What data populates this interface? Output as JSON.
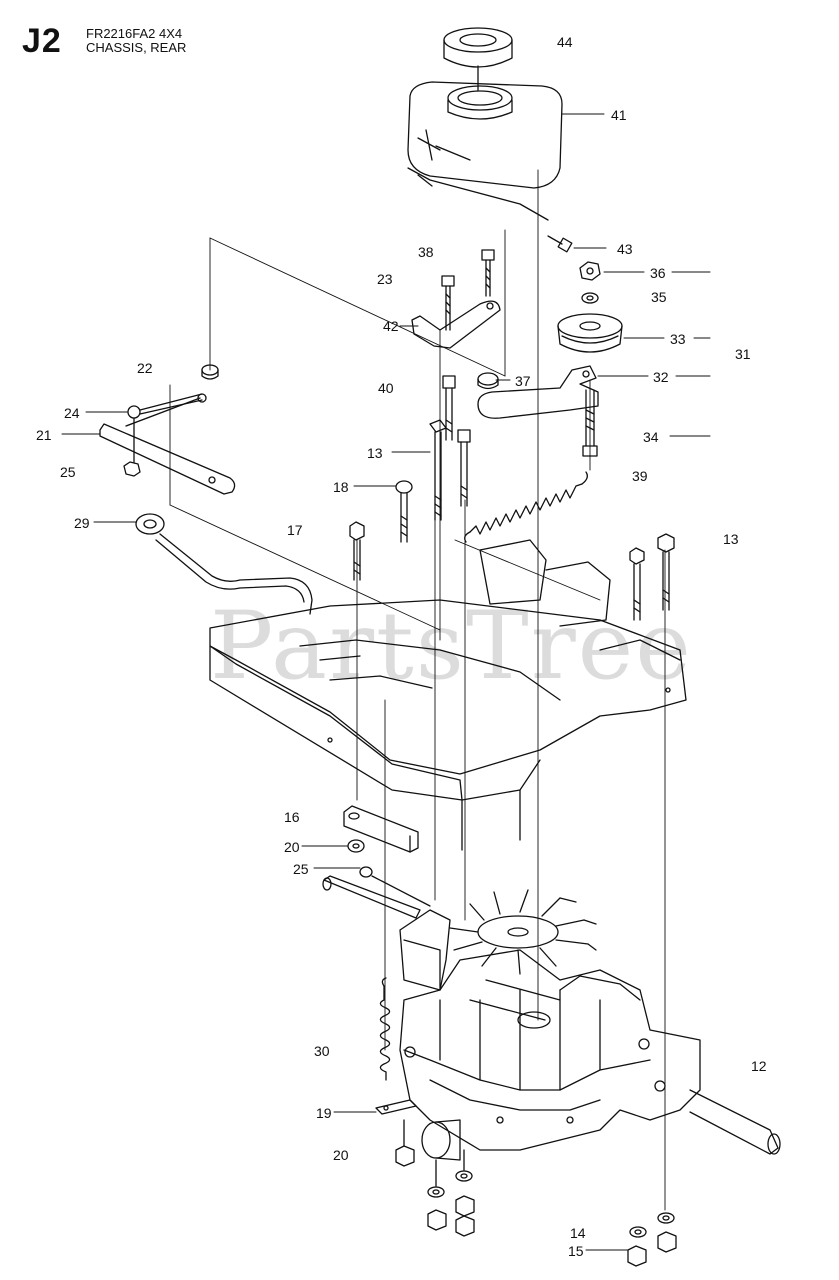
{
  "header": {
    "section_code": "J2",
    "model": "FR2216FA2 4X4",
    "title": "CHASSIS, REAR"
  },
  "watermark": {
    "text": "PartsTree"
  },
  "colors": {
    "line": "#111111",
    "paper": "#ffffff",
    "watermark": "#d4d4d4"
  },
  "parts": [
    {
      "id": "p44",
      "label": "44",
      "part": "fuel cap"
    },
    {
      "id": "p41",
      "label": "41",
      "part": "fuel tank"
    },
    {
      "id": "p43",
      "label": "43",
      "part": "screw"
    },
    {
      "id": "p38",
      "label": "38",
      "part": "bolt"
    },
    {
      "id": "p23",
      "label": "23",
      "part": "bolt"
    },
    {
      "id": "p36",
      "label": "36",
      "part": "nut"
    },
    {
      "id": "p35",
      "label": "35",
      "part": "washer"
    },
    {
      "id": "p42",
      "label": "42",
      "part": "bracket"
    },
    {
      "id": "p33",
      "label": "33",
      "part": "pulley"
    },
    {
      "id": "p31",
      "label": "31",
      "part": ""
    },
    {
      "id": "p22",
      "label": "22",
      "part": ""
    },
    {
      "id": "p37",
      "label": "37",
      "part": "nut"
    },
    {
      "id": "p40",
      "label": "40",
      "part": ""
    },
    {
      "id": "p32",
      "label": "32",
      "part": "idler arm"
    },
    {
      "id": "p24",
      "label": "24",
      "part": "ball joint"
    },
    {
      "id": "p21",
      "label": "21",
      "part": "lever"
    },
    {
      "id": "p34",
      "label": "34",
      "part": ""
    },
    {
      "id": "p13a",
      "label": "13",
      "part": "bolt"
    },
    {
      "id": "p25a",
      "label": "25",
      "part": "nut"
    },
    {
      "id": "p18",
      "label": "18",
      "part": "bolt"
    },
    {
      "id": "p39",
      "label": "39",
      "part": "spring"
    },
    {
      "id": "p29",
      "label": "29",
      "part": "rod"
    },
    {
      "id": "p17",
      "label": "17",
      "part": ""
    },
    {
      "id": "p13b",
      "label": "13",
      "part": "bolt"
    },
    {
      "id": "p16",
      "label": "16",
      "part": "bracket"
    },
    {
      "id": "p20a",
      "label": "20",
      "part": "washer"
    },
    {
      "id": "p25b",
      "label": "25",
      "part": "nut"
    },
    {
      "id": "p30",
      "label": "30",
      "part": "spring"
    },
    {
      "id": "p12",
      "label": "12",
      "part": "transaxle"
    },
    {
      "id": "p19",
      "label": "19",
      "part": "plate"
    },
    {
      "id": "p20b",
      "label": "20",
      "part": "washer"
    },
    {
      "id": "p14",
      "label": "14",
      "part": "washer"
    },
    {
      "id": "p15",
      "label": "15",
      "part": "nut"
    }
  ]
}
